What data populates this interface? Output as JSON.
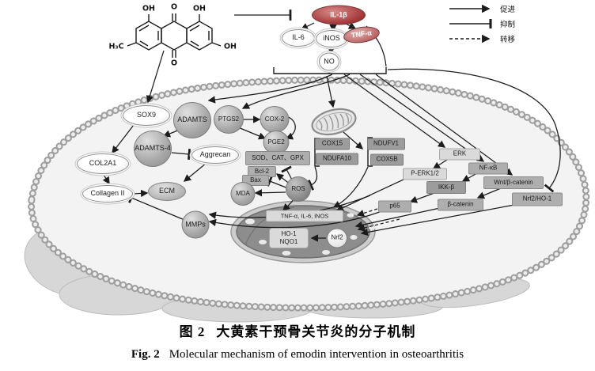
{
  "legend": {
    "promote": "促进",
    "inhibit": "抑制",
    "transfer": "转移"
  },
  "molecule": {
    "oh_left": "OH",
    "o_top": "O",
    "oh_right": "OH",
    "h3c": "H₃C",
    "oh_far": "OH",
    "o_bottom": "O"
  },
  "nodes": {
    "il1b": "IL-1β",
    "il6": "IL-6",
    "inos": "iNOS",
    "tnfa": "TNF-α",
    "no": "NO",
    "sox9": "SOX9",
    "adamts": "ADAMTS",
    "adamts4": "ADAMTS-4",
    "col2a1": "COL2A1",
    "aggrecan": "Aggrecan",
    "collagen2": "Collagen II",
    "ecm": "ECM",
    "mmps": "MMPs",
    "ptgs2": "PTGS2",
    "cox2": "COX-2",
    "pge2": "PGE2",
    "sod": "SOD、CAT、GPX",
    "bcl2": "Bcl-2",
    "bax": "Bax",
    "mda": "MDA",
    "ros": "ROS",
    "cox15": "COX15",
    "ndufa10": "NDUFA10",
    "ndufv1": "NDUFV1",
    "cox5b": "COX5B",
    "erk": "ERK",
    "perk": "P-ERK1/2",
    "nfkb": "NF-κB",
    "ikkb": "IKK-β",
    "wnt": "Wnt/β-catenin",
    "p65": "p65",
    "bcatenin": "β-catenin",
    "nrf2ho1": "Nrf2/HO-1",
    "nucleus_genes": "TNF-α, IL-6, iNOS",
    "ho1": "HO-1",
    "nqo1": "NQO1",
    "nrf2": "Nrf2"
  },
  "caption": {
    "zh_prefix": "图 2",
    "zh": "大黄素干预骨关节炎的分子机制",
    "en_prefix": "Fig. 2",
    "en": "Molecular mechanism of emodin intervention in osteoarthritis"
  }
}
